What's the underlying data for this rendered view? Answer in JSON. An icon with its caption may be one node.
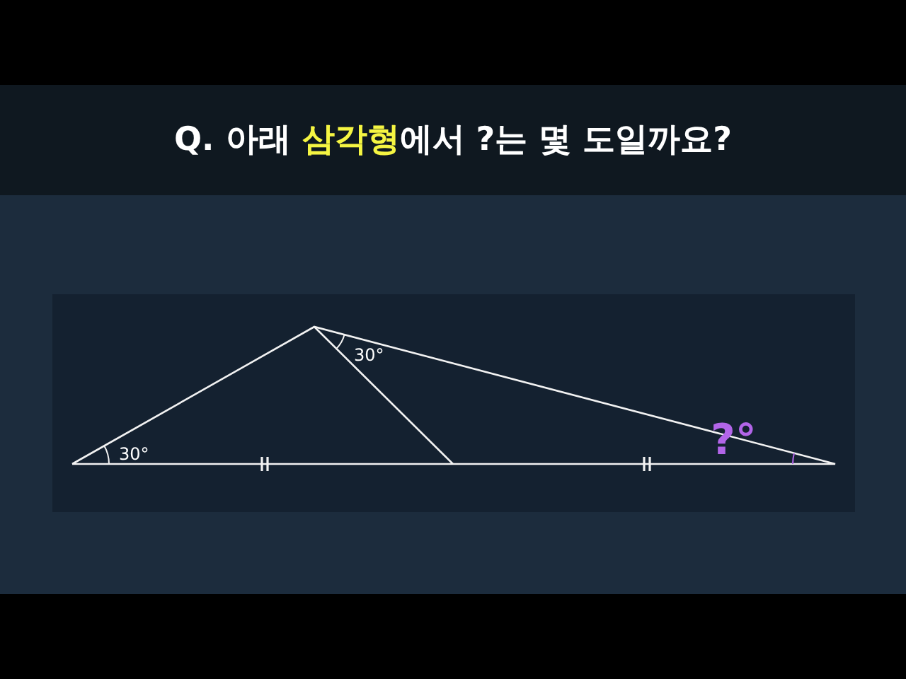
{
  "diagram": {
    "title": "Q. 아래 **삼각형**에서 ?는 몇 도일까요?",
    "labels": [
      "30°",
      "30°",
      "?°"
    ]
  }
}
